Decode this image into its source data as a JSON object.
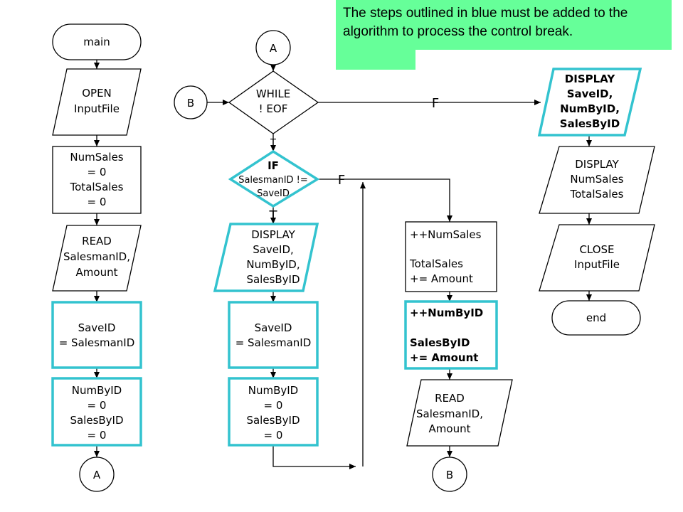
{
  "note": "The steps outlined in blue must be added to the algorithm to process the control break.",
  "colors": {
    "highlight": "#33c3cf",
    "note_bg": "#66ff99",
    "stroke": "#000000"
  },
  "column1": {
    "main": "main",
    "open": [
      "OPEN",
      "InputFile"
    ],
    "init": [
      "NumSales",
      "= 0",
      "TotalSales",
      "= 0"
    ],
    "read": [
      "READ",
      "SalesmanID,",
      "Amount"
    ],
    "save": [
      "SaveID",
      "= SalesmanID"
    ],
    "reset": [
      "NumByID",
      "= 0",
      "SalesByID",
      "= 0"
    ],
    "connector": "A"
  },
  "column2": {
    "connector_top": "A",
    "connector_left": "B",
    "while": [
      "WHILE",
      "! EOF"
    ],
    "while_t": "T",
    "while_f": "F",
    "if": [
      "IF",
      "SalesmanID !=",
      "SaveID"
    ],
    "if_t": "T",
    "if_f": "F",
    "display": [
      "DISPLAY",
      "SaveID,",
      "NumByID,",
      "SalesByID"
    ],
    "save": [
      "SaveID",
      "= SalesmanID"
    ],
    "reset": [
      "NumByID",
      "= 0",
      "SalesByID",
      "= 0"
    ]
  },
  "column3": {
    "update": [
      "++NumSales",
      "",
      "TotalSales",
      "+= Amount"
    ],
    "update_byid": [
      "++NumByID",
      "",
      "SalesByID",
      "+= Amount"
    ],
    "read": [
      "READ",
      "SalesmanID,",
      "Amount"
    ],
    "connector": "B"
  },
  "column4": {
    "display_byid": [
      "DISPLAY",
      "SaveID,",
      "NumByID,",
      "SalesByID"
    ],
    "display_totals": [
      "DISPLAY",
      "NumSales",
      "TotalSales"
    ],
    "close": [
      "CLOSE",
      "InputFile"
    ],
    "end": "end"
  }
}
